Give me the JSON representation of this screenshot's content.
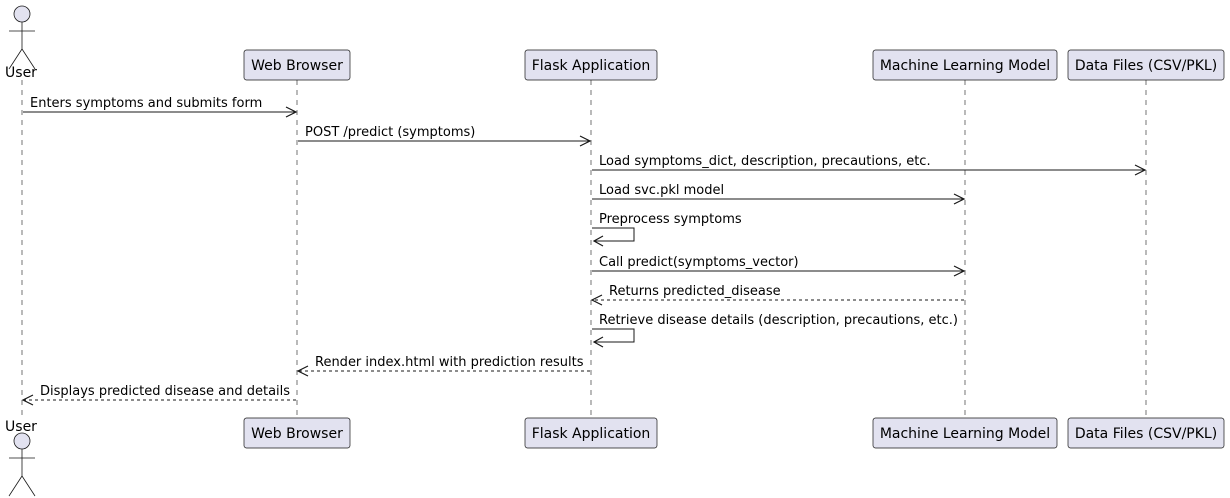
{
  "participants": [
    {
      "id": "user",
      "label": "User",
      "kind": "actor"
    },
    {
      "id": "browser",
      "label": "Web Browser",
      "kind": "participant"
    },
    {
      "id": "flask",
      "label": "Flask Application",
      "kind": "participant"
    },
    {
      "id": "ml",
      "label": "Machine Learning Model",
      "kind": "participant"
    },
    {
      "id": "files",
      "label": "Data Files (CSV/PKL)",
      "kind": "participant"
    }
  ],
  "messages": [
    {
      "from": "user",
      "to": "browser",
      "text": "Enters symptoms and submits form",
      "style": "solid"
    },
    {
      "from": "browser",
      "to": "flask",
      "text": "POST /predict (symptoms)",
      "style": "solid"
    },
    {
      "from": "flask",
      "to": "files",
      "text": "Load symptoms_dict, description, precautions, etc.",
      "style": "solid"
    },
    {
      "from": "flask",
      "to": "ml",
      "text": "Load svc.pkl model",
      "style": "solid"
    },
    {
      "from": "flask",
      "to": "flask",
      "text": "Preprocess symptoms",
      "style": "solid"
    },
    {
      "from": "flask",
      "to": "ml",
      "text": "Call predict(symptoms_vector)",
      "style": "solid"
    },
    {
      "from": "ml",
      "to": "flask",
      "text": "Returns predicted_disease",
      "style": "dashed"
    },
    {
      "from": "flask",
      "to": "flask",
      "text": "Retrieve disease details (description, precautions, etc.)",
      "style": "solid"
    },
    {
      "from": "flask",
      "to": "browser",
      "text": "Render index.html with prediction results",
      "style": "dashed"
    },
    {
      "from": "browser",
      "to": "user",
      "text": "Displays predicted disease and details",
      "style": "dashed"
    }
  ]
}
